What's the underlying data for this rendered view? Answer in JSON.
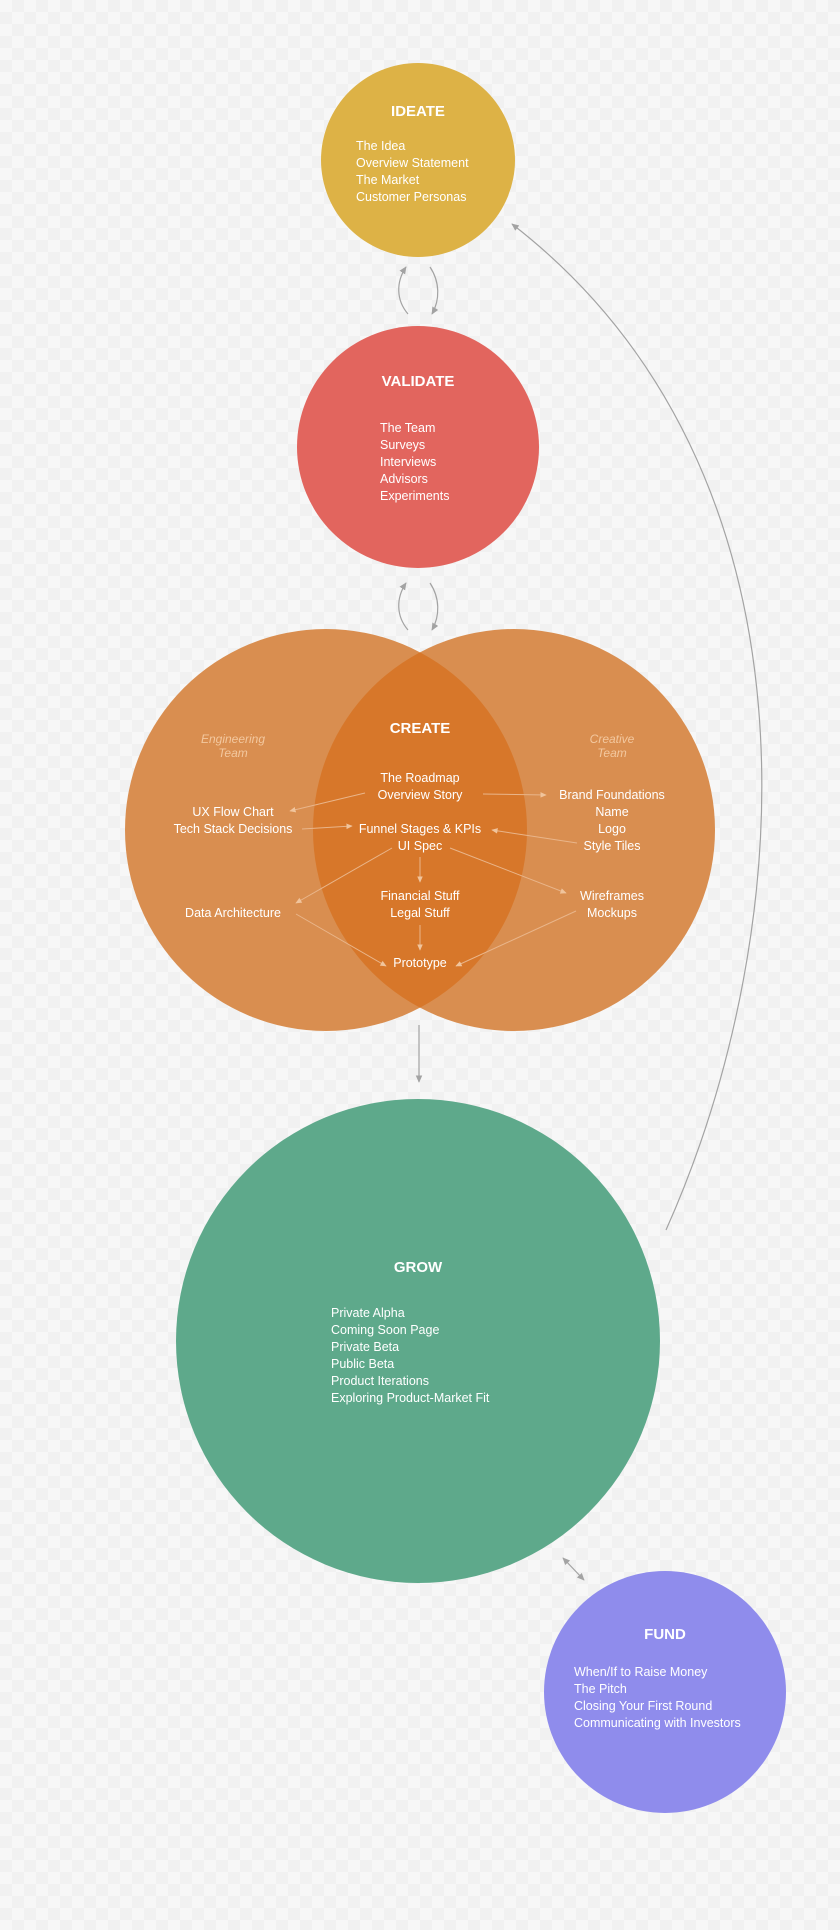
{
  "diagram": {
    "ideate": {
      "title": "IDEATE",
      "items": [
        "The Idea",
        "Overview Statement",
        "The Market",
        "Customer Personas"
      ],
      "color": "#ddb246"
    },
    "validate": {
      "title": "VALIDATE",
      "items": [
        "The Team",
        "Surveys",
        "Interviews",
        "Advisors",
        "Experiments"
      ],
      "color": "#e2655e"
    },
    "create": {
      "title": "CREATE",
      "color": "#d98e50",
      "overlap_color": "#d7772a",
      "engineering_team": [
        "Engineering",
        "Team"
      ],
      "creative_team": [
        "Creative",
        "Team"
      ],
      "center_items": {
        "roadmap": "The Roadmap",
        "overview_story": "Overview Story",
        "funnel": "Funnel Stages & KPIs",
        "ui_spec": "UI Spec",
        "financial": "Financial Stuff",
        "legal": "Legal Stuff",
        "prototype": "Prototype"
      },
      "left_items": {
        "ux_flow": "UX Flow Chart",
        "tech_stack": "Tech Stack Decisions",
        "data_arch": "Data Architecture"
      },
      "right_items": {
        "brand": "Brand Foundations",
        "name": "Name",
        "logo": "Logo",
        "style_tiles": "Style Tiles",
        "wireframes": "Wireframes",
        "mockups": "Mockups"
      }
    },
    "grow": {
      "title": "GROW",
      "items": [
        "Private Alpha",
        "Coming Soon Page",
        "Private Beta",
        "Public Beta",
        "Product Iterations",
        "Exploring Product-Market Fit"
      ],
      "color": "#5ea98b"
    },
    "fund": {
      "title": "FUND",
      "items": [
        "When/If to Raise Money",
        "The Pitch",
        "Closing Your First Round",
        "Communicating with Investors"
      ],
      "color": "#8f8cec"
    }
  }
}
